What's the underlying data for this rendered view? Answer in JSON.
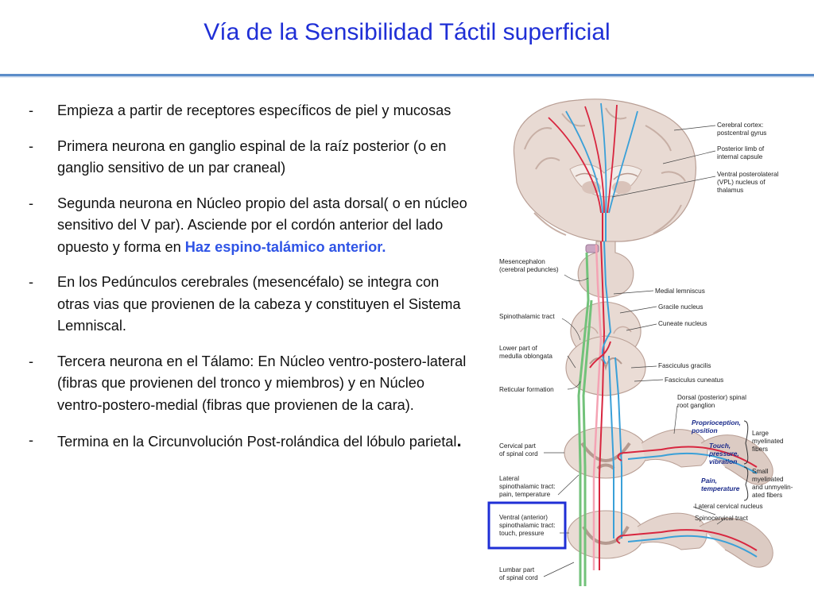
{
  "slide": {
    "title": "Vía de la Sensibilidad Táctil superficial",
    "rule_color": "#5b8cc9",
    "title_color": "#1f2fd6"
  },
  "bullets": [
    {
      "dash": "-",
      "text": "Empieza a partir de receptores específicos de piel y mucosas"
    },
    {
      "dash": "-",
      "text": "Primera neurona en ganglio espinal de la raíz posterior (o en ganglio sensitivo de un par craneal)"
    },
    {
      "dash": "-",
      "text": "Segunda neurona en Núcleo propio del asta dorsal( o en núcleo sensitivo del V par). Asciende por el cordón anterior del lado opuesto y forma en ",
      "highlight": "Haz espino-talámico anterior."
    },
    {
      "dash": "-",
      "text": "En los Pedúnculos cerebrales (mesencéfalo) se integra con otras vias que provienen de la cabeza y constituyen el Sistema Lemniscal."
    },
    {
      "dash": "-",
      "text": "Tercera neurona en el Tálamo: En Núcleo ventro-postero-lateral (fibras que provienen del tronco y miembros) y en Núcleo ventro-postero-medial (fibras que provienen de la cara)."
    },
    {
      "dash": "-",
      "text": "Termina en la Circunvolución Post-rolándica del lóbulo parietal",
      "end": "."
    }
  ],
  "figure": {
    "right_labels": {
      "cortex": [
        "Cerebral cortex:",
        "postcentral gyrus"
      ],
      "capsule": [
        "Posterior limb of",
        "internal capsule"
      ],
      "vpl": [
        "Ventral posterolateral",
        "(VPL) nucleus of",
        "thalamus"
      ],
      "medial_lemniscus": "Medial lemniscus",
      "gracile": "Gracile nucleus",
      "cuneate": "Cuneate nucleus",
      "fasc_gracilis": "Fasciculus gracilis",
      "fasc_cuneatus": "Fasciculus cuneatus",
      "dorsal_ganglion": [
        "Dorsal (posterior) spinal",
        "root ganglion"
      ],
      "large_fibers": [
        "Large",
        "myelinated",
        "fibers"
      ],
      "small_fibers": [
        "Small",
        "myelinated",
        "and unmyelin-",
        "ated fibers"
      ],
      "lateral_cervical": "Lateral cervical nucleus",
      "spinocervical": "Spinocervical tract"
    },
    "modalities": {
      "proprioception": [
        "Proprioception,",
        "position"
      ],
      "touch": [
        "Touch,",
        "pressure,",
        "vibration"
      ],
      "pain": [
        "Pain,",
        "temperature"
      ]
    },
    "left_labels": {
      "mesencephalon": [
        "Mesencephalon",
        "(cerebral peduncles)"
      ],
      "spinothalamic": "Spinothalamic tract",
      "medulla": [
        "Lower part of",
        "medulla oblongata"
      ],
      "reticular": "Reticular formation",
      "cervical": [
        "Cervical part",
        "of spinal cord"
      ],
      "lateral_st": [
        "Lateral",
        "spinothalamic tract:",
        "pain, temperature"
      ],
      "ventral_st": [
        "Ventral (anterior)",
        "spinothalamic tract:",
        "touch, pressure"
      ],
      "lumbar": [
        "Lumbar part",
        "of spinal cord"
      ]
    },
    "colors": {
      "highlight_box": "#1f2fd6",
      "tissue": "#e9dcd6",
      "tissue_dark": "#c9b3aa",
      "red_path": "#d8263f",
      "blue_path": "#3aa0d8",
      "green_path": "#72c27a",
      "pink_path": "#f4a3b4"
    }
  }
}
